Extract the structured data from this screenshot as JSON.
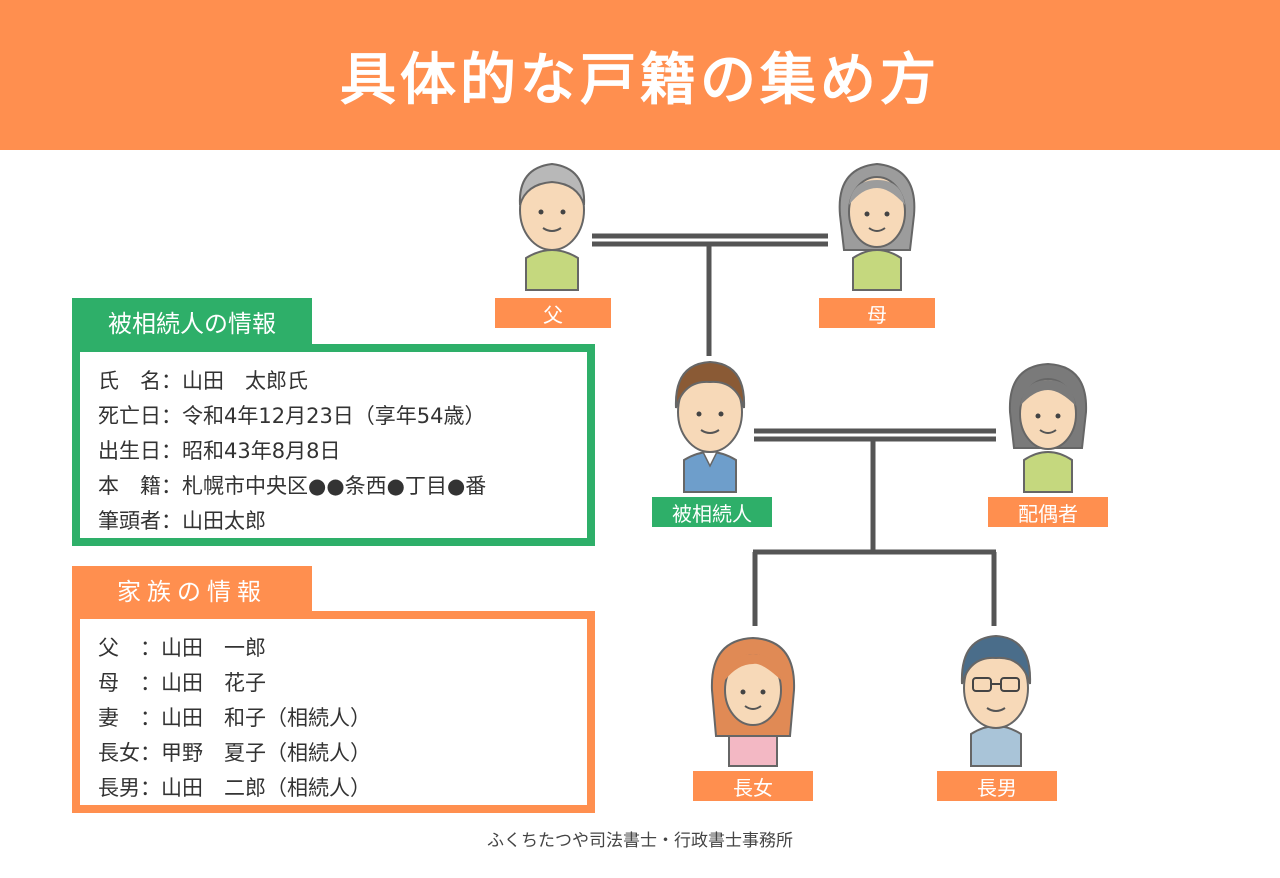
{
  "header": {
    "title": "具体的な戸籍の集め方"
  },
  "decedent_panel": {
    "title": "被相続人の情報",
    "lines": [
      "氏　名：山田　太郎氏",
      "死亡日：令和4年12月23日（享年54歳）",
      "出生日：昭和43年8月8日",
      "本　籍：札幌市中央区●●条西●丁目●番",
      "筆頭者：山田太郎"
    ]
  },
  "family_panel": {
    "title": "家族の情報",
    "lines": [
      "父　：山田　一郎",
      "母　：山田　花子",
      "妻　：山田　和子（相続人）",
      "長女：甲野　夏子（相続人）",
      "長男：山田　二郎（相続人）"
    ]
  },
  "tree": {
    "father": "父",
    "mother": "母",
    "decedent": "被相続人",
    "spouse": "配偶者",
    "eldest_daughter": "長女",
    "eldest_son": "長男"
  },
  "colors": {
    "orange": "#ff8f4f",
    "green": "#2eaf69",
    "line": "#555555"
  },
  "footer": {
    "text": "ふくちたつや司法書士・行政書士事務所"
  }
}
